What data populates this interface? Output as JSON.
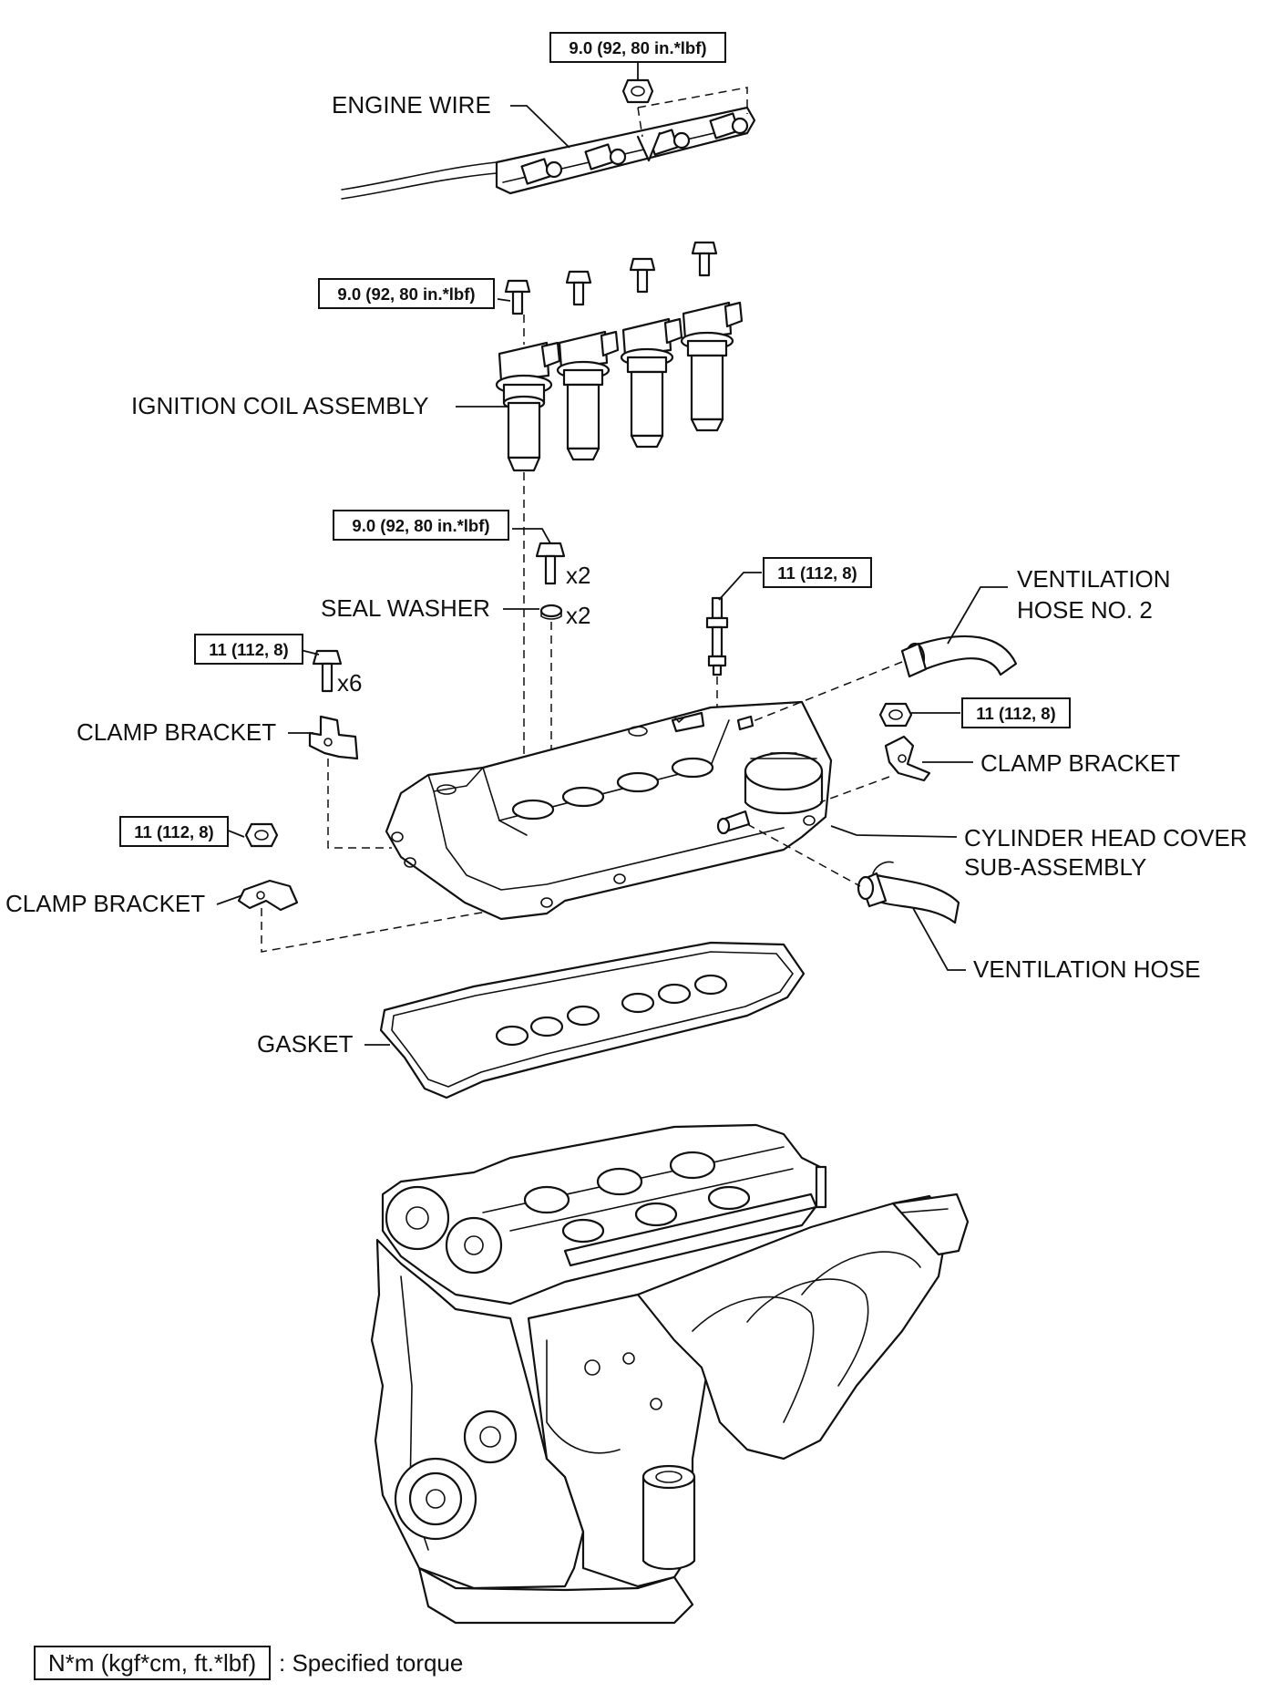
{
  "labels": {
    "engine_wire": "ENGINE WIRE",
    "ignition_coil": "IGNITION COIL ASSEMBLY",
    "seal_washer": "SEAL WASHER",
    "clamp_bracket": "CLAMP BRACKET",
    "vent_hose_no2_l1": "VENTILATION",
    "vent_hose_no2_l2": "HOSE NO. 2",
    "cyl_head_cover_l1": "CYLINDER HEAD COVER",
    "cyl_head_cover_l2": "SUB-ASSEMBLY",
    "ventilation_hose": "VENTILATION HOSE",
    "gasket": "GASKET"
  },
  "torque": {
    "small": "9.0 (92, 80 in.*lbf)",
    "large": "11 (112, 8)"
  },
  "multipliers": {
    "x2": "x2",
    "x6": "x6"
  },
  "legend": {
    "box_text": "N*m (kgf*cm, ft.*lbf)",
    "description": ": Specified torque"
  }
}
